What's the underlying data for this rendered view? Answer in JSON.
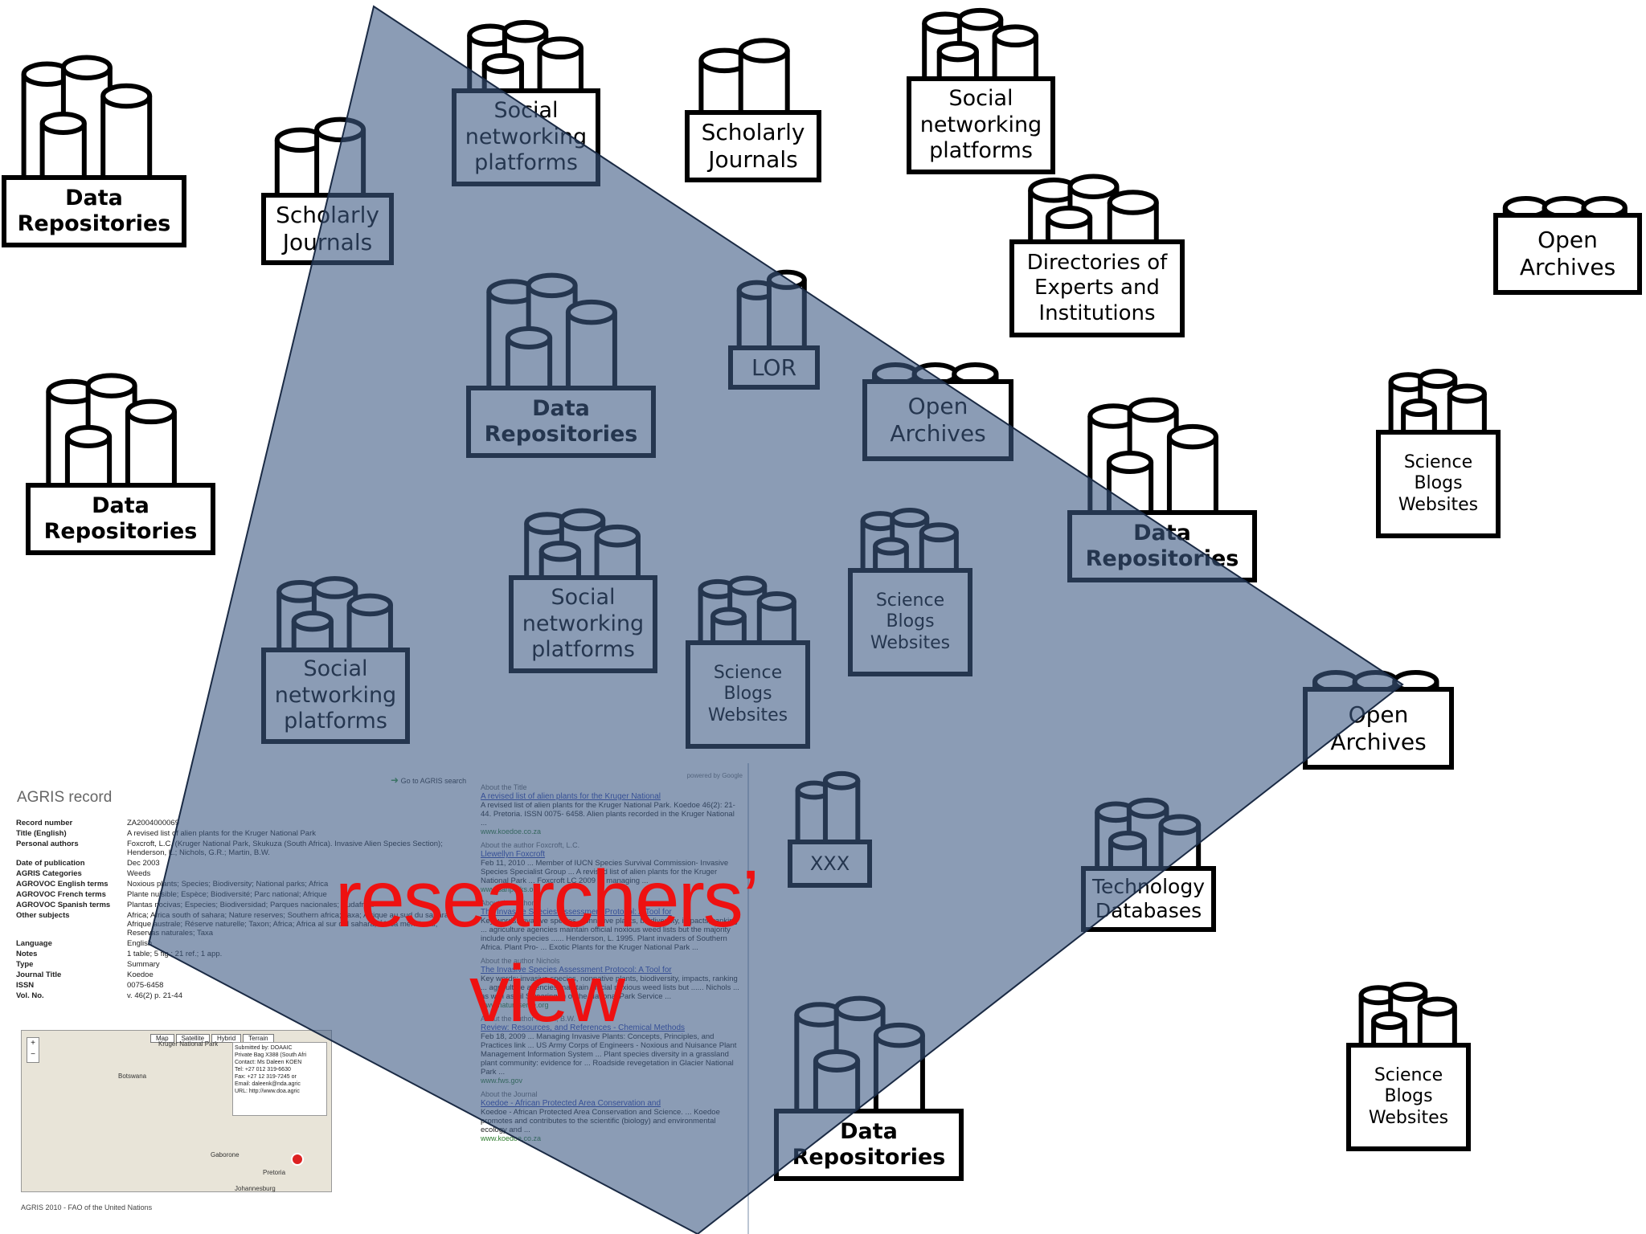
{
  "diagram": {
    "nodes": [
      {
        "id": "n1",
        "label": [
          "Data",
          "Repositories"
        ],
        "bold": true
      },
      {
        "id": "n2",
        "label": [
          "Scholarly",
          "Journals"
        ],
        "bold": false
      },
      {
        "id": "n3",
        "label": [
          "Social",
          "networking",
          "platforms"
        ],
        "bold": false
      },
      {
        "id": "n4",
        "label": [
          "Scholarly",
          "Journals"
        ],
        "bold": false
      },
      {
        "id": "n5",
        "label": [
          "Social",
          "networking",
          "platforms"
        ],
        "bold": false
      },
      {
        "id": "n6",
        "label": [
          "Directories of",
          "Experts and",
          "Institutions"
        ],
        "bold": false
      },
      {
        "id": "n7",
        "label": [
          "Open",
          "Archives"
        ],
        "bold": false
      },
      {
        "id": "n8",
        "label": [
          "Data",
          "Repositories"
        ],
        "bold": true
      },
      {
        "id": "n9",
        "label": [
          "Data",
          "Repositories"
        ],
        "bold": true
      },
      {
        "id": "n10",
        "label": [
          "LOR"
        ],
        "bold": false
      },
      {
        "id": "n11",
        "label": [
          "Open",
          "Archives"
        ],
        "bold": false
      },
      {
        "id": "n12",
        "label": [
          "Data",
          "Repositories"
        ],
        "bold": true
      },
      {
        "id": "n13",
        "label": [
          "Science",
          "Blogs",
          "Websites"
        ],
        "bold": false
      },
      {
        "id": "n14",
        "label": [
          "Social",
          "networking",
          "platforms"
        ],
        "bold": false
      },
      {
        "id": "n15",
        "label": [
          "Social",
          "networking",
          "platforms"
        ],
        "bold": false
      },
      {
        "id": "n16",
        "label": [
          "Science",
          "Blogs",
          "Websites"
        ],
        "bold": false
      },
      {
        "id": "n17",
        "label": [
          "Science",
          "Blogs",
          "Websites"
        ],
        "bold": false
      },
      {
        "id": "n18",
        "label": [
          "Open",
          "Archives"
        ],
        "bold": false
      },
      {
        "id": "n19",
        "label": [
          "XXX"
        ],
        "bold": false
      },
      {
        "id": "n20",
        "label": [
          "Technology",
          "Databases"
        ],
        "bold": false
      },
      {
        "id": "n21",
        "label": [
          "Data",
          "Repositories"
        ],
        "bold": true
      },
      {
        "id": "n22",
        "label": [
          "Science",
          "Blogs",
          "Websites"
        ],
        "bold": false
      }
    ],
    "overlay_caption": [
      "researchers’",
      "view"
    ],
    "colors": {
      "cone": "#3e5a84",
      "caption": "#ee1111",
      "stroke": "#000000"
    }
  },
  "agris": {
    "title": "AGRIS record",
    "goto": "Go to AGRIS search",
    "powered": "powered by Google",
    "rows": [
      {
        "k": "Record number",
        "v": "ZA2004000069"
      },
      {
        "k": "Title (English)",
        "v": "A revised list of alien plants for the Kruger National Park"
      },
      {
        "k": "Personal authors",
        "v": "Foxcroft, L.C. (Kruger National Park, Skukuza (South Africa). Invasive Alien Species Section); Henderson, L.; Nichols, G.R.; Martin, B.W."
      },
      {
        "k": "Date of publication",
        "v": "Dec 2003"
      },
      {
        "k": "AGRIS Categories",
        "v": "Weeds"
      },
      {
        "k": "AGROVOC English terms",
        "v": "Noxious plants; Species; Biodiversity; National parks; Africa"
      },
      {
        "k": "AGROVOC French terms",
        "v": "Plante nuisible; Espèce; Biodiversité; Parc national; Afrique"
      },
      {
        "k": "AGROVOC Spanish terms",
        "v": "Plantas nocivas; Especies; Biodiversidad; Parques nacionales; Sudafrica"
      },
      {
        "k": "Other subjects",
        "v": "Africa; Africa south of sahara; Nature reserves; Southern africa; Taxa; Afrique au sud du sahara; Afrique australe; Réserve naturelle; Taxon; Africa; Africa al sur del sahara; África meridional; Reservas naturales; Taxa"
      },
      {
        "k": "Language",
        "v": "English"
      },
      {
        "k": "Notes",
        "v": "1 table; 5 fig.; 21 ref.; 1 app."
      },
      {
        "k": "Type",
        "v": "Summary"
      },
      {
        "k": "Journal Title",
        "v": "Koedoe"
      },
      {
        "k": "ISSN",
        "v": "0075-6458"
      },
      {
        "k": "Vol. No.",
        "v": "v. 46(2) p. 21-44"
      }
    ],
    "map_tabs": [
      "Map",
      "Satellite",
      "Hybrid",
      "Terrain"
    ],
    "map_places": [
      "Botswana",
      "Kruger National Park",
      "Gaborone",
      "Pretoria",
      "Johannesburg"
    ],
    "map_info": [
      "Submitted by: DOAAIC",
      "Private Bag X388 (South Afri",
      "Contact: Ms Daleen KOEN",
      "Tel: +27 012 319-6630",
      "Fax: +27 12 319-7245 or",
      "Email: daleenk@nda.agric",
      "URL: http://www.doa.agric"
    ],
    "footer": "AGRIS 2010 - FAO of the United Nations",
    "results": [
      {
        "h": "About the Title",
        "t": "A revised list of alien plants for the Kruger National",
        "s": "A revised list of alien plants for the Kruger National Park. Koedoe 46(2): 21-44. Pretoria. ISSN 0075- 6458. Alien plants recorded in the Kruger National ...",
        "u": "www.koedoe.co.za"
      },
      {
        "h": "About the author Foxcroft, L.C.",
        "t": "Llewellyn Foxcroft",
        "s": "Feb 11, 2010 ... Member of IUCN Species Survival Commission- Invasive Species Specialist Group ... A revised list of alien plants for the Kruger National Park ... Foxcroft LC 2009 ... managing ...",
        "u": "www.sanparks.org"
      },
      {
        "h": "About the author",
        "t": "The Invasive Species Assessment Protocol: A Tool for",
        "s": "Key words: invasive species, nonnative plants, biodiversity, impacts, ranking ... agriculture agencies maintain official noxious weed lists but the majority include only species ...... Henderson, L. 1995. Plant invaders of Southern Africa. Plant Pro- ... Exotic Plants for the Kruger National Park ...",
        "u": ""
      },
      {
        "h": "About the author Nichols",
        "t": "The Invasive Species Assessment Protocol: A Tool for",
        "s": "Key words: invasive species, nonnative plants, biodiversity, impacts, ranking ... agriculture agencies maintain official noxious weed lists but ...... Nichols ... as well as Jil Swearingen of the National Park Service ...",
        "u": "www.natureserve.org"
      },
      {
        "h": "About the author Martin, B.W.",
        "t": "Review: Resources, and References - Chemical Methods",
        "s": "Feb 18, 2009 ... Managing Invasive Plants: Concepts, Principles, and Practices link ... US Army Corps of Engineers - Noxious and Nuisance Plant Management Information System ... Plant species diversity in a grassland plant community: evidence for ... Roadside revegetation in Glacier National Park ...",
        "u": "www.fws.gov"
      },
      {
        "h": "About the Journal",
        "t": "Koedoe - African Protected Area Conservation and",
        "s": "Koedoe - African Protected Area Conservation and Science. ... Koedoe promotes and contributes to the scientific (biology) and environmental ecology and ...",
        "u": "www.koedoe.co.za"
      }
    ]
  }
}
